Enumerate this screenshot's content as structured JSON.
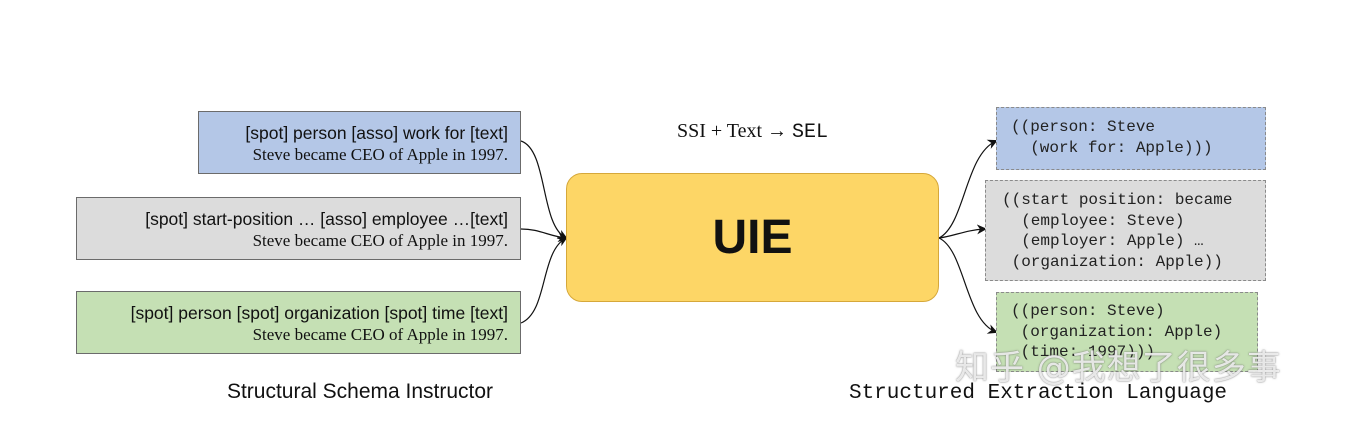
{
  "colors": {
    "input_blue": "#b4c7e7",
    "input_gray": "#dcdcdc",
    "input_green": "#c5e0b4",
    "uie_fill": "#fdd666",
    "output_blue": "#b4c7e7",
    "output_gray": "#dcdcdc",
    "output_green": "#c5e0b4"
  },
  "inputs": [
    {
      "schema": "[spot] person [asso] work for [text]",
      "text": "Steve became CEO of Apple in 1997."
    },
    {
      "schema": "[spot] start-position … [asso] employee …[text]",
      "text": "Steve became CEO of Apple in 1997."
    },
    {
      "schema": "[spot] person [spot] organization [spot] time [text]",
      "text": "Steve became CEO of Apple in 1997."
    }
  ],
  "caption": {
    "prefix": "SSI + Text → ",
    "mono": "SEL"
  },
  "model": {
    "label": "UIE"
  },
  "outputs": [
    {
      "text": "((person: Steve\n  (work for: Apple)))"
    },
    {
      "text": "((start position: became\n  (employee: Steve)\n  (employer: Apple) …\n (organization: Apple))"
    },
    {
      "text": "((person: Steve)\n (organization: Apple)\n (time: 1997)))"
    }
  ],
  "labels": {
    "left": "Structural Schema Instructor",
    "right": "Structured Extraction Language"
  },
  "watermark": "知乎 @我想了很多事"
}
